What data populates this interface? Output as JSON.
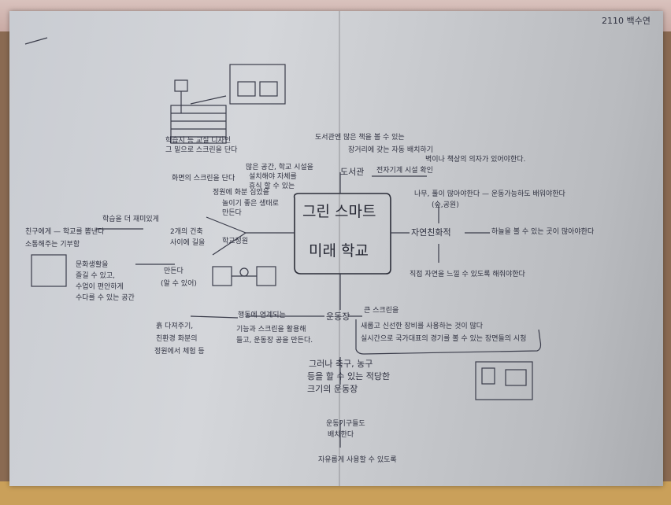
{
  "header": {
    "student_label": "2110 백수연"
  },
  "center": {
    "line1": "그린 스마트",
    "line2": "미래 학교"
  },
  "branches": {
    "right_nature": "자연친화적",
    "right_sky": "하늘을 볼 수 있는 곳이 많아야한다",
    "right_top1": "벽이나 책상의 의자가 있어야한다.",
    "right_top2": "나무, 풀이 많아야한다 — 운동가능하도 배워야한다",
    "right_top3": "(숲,공원)",
    "right_bottom": "직접 자연을 느낄 수 있도록 해줘야한다",
    "library": "도서관",
    "library_note1": "도서관엔 많은 책을 볼 수 있는",
    "library_note2": "장거리에 갖는 자동 배치하기",
    "library_note3": "전자기계 시설 확인",
    "garden": "학교정원",
    "garden_note": "정원에 화분 심었을",
    "sports": "운동장",
    "sports_screen": "큰 스크린을",
    "sports_note1": "새롭고 신선한 장비를 사용하는 것이 많다",
    "sports_note2": "실시간으로 국가대표의 경기를 볼 수 있는 장면들의 시청",
    "sports_bottom1": "그러나 축구, 농구",
    "sports_bottom2": "등을 할 수 있는 적당한",
    "sports_bottom3": "크기의 운동장",
    "events1": "행동에 연계되는",
    "events2": "기능과 스크린을 활용해",
    "events3": "들고, 운동장 공을 만든다.",
    "left_top1": "학습지 등 교실 디자인",
    "left_top2": "그 밑으로 스크린을 단다",
    "left_top3": "화면의 스크린을 단다",
    "left_mid1": "많은 공간, 학교 시설을",
    "left_mid2": "설치해야 자체를",
    "left_mid3": "휴식 할 수 있는",
    "left_mid4": "놀이기 좋은 생태로",
    "left_mid5": "만든다",
    "left_class1": "2개의 건축",
    "left_class2": "사이에 길을",
    "left_class3": "만든다",
    "left_class4": "(알 수 있어)",
    "left_far1": "친구에게 — 학교를 뽐낸다",
    "left_far2": "소통해주는 기부함",
    "left_far3": "학습을 더 재미있게",
    "left_culture1": "문화생활을",
    "left_culture2": "즐길 수 있고,",
    "left_culture3": "수업이 편안하게",
    "left_culture4": "수다를 수 있는 공간",
    "left_bottom1": "흙 다져주기,",
    "left_bottom2": "친환경 화분의",
    "left_bottom3": "정원에서 체험 등",
    "bottom1": "운동기구들도",
    "bottom2": "배치한다",
    "bottom3": "자유롭게 사용할 수 있도록"
  }
}
